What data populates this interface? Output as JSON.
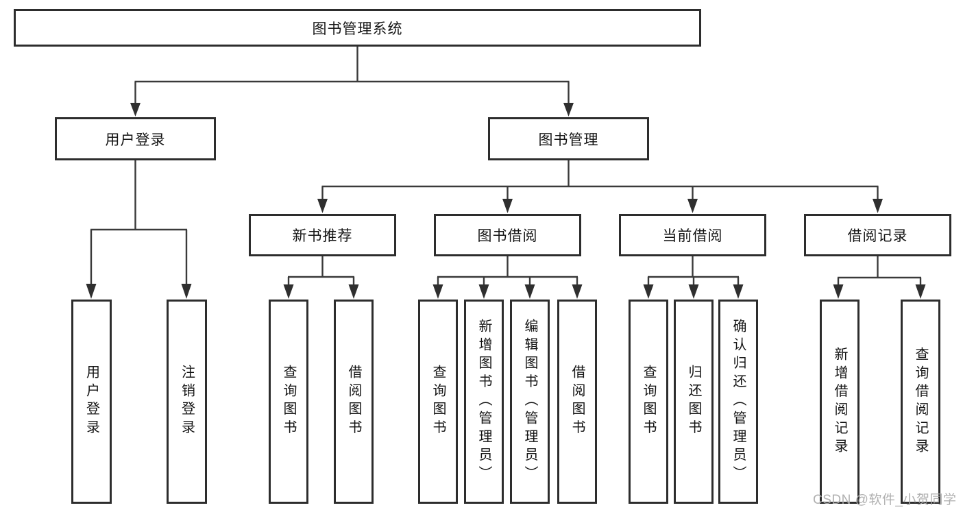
{
  "watermark": "CSDN @软件_小贺同学",
  "colors": {
    "background": "#ffffff",
    "box_fill": "#ffffff",
    "box_border": "#2d2d2d",
    "connector_line": "#3a3a3a",
    "arrowhead": "#2f2f2f",
    "text": "#141414",
    "watermark_text": "#acacac"
  },
  "tree": {
    "root": {
      "label": "图书管理系统"
    },
    "branches": [
      {
        "label": "用户登录",
        "children": [
          {
            "label": "用户登录"
          },
          {
            "label": "注销登录"
          }
        ]
      },
      {
        "label": "图书管理",
        "groups": [
          {
            "label": "新书推荐",
            "children": [
              {
                "label": "查询图书"
              },
              {
                "label": "借阅图书"
              }
            ]
          },
          {
            "label": "图书借阅",
            "children": [
              {
                "label": "查询图书"
              },
              {
                "label": "新增图书（管理员）"
              },
              {
                "label": "编辑图书（管理员）"
              },
              {
                "label": "借阅图书"
              }
            ]
          },
          {
            "label": "当前借阅",
            "children": [
              {
                "label": "查询图书"
              },
              {
                "label": "归还图书"
              },
              {
                "label": "确认归还（管理员）"
              }
            ]
          },
          {
            "label": "借阅记录",
            "children": [
              {
                "label": "新增借阅记录"
              },
              {
                "label": "查询借阅记录"
              }
            ]
          }
        ]
      }
    ]
  }
}
